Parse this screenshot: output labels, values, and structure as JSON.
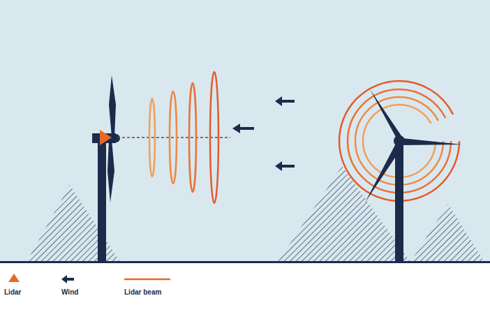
{
  "diagram": {
    "legend": [
      {
        "text": "Lidar"
      },
      {
        "text": "Wind"
      },
      {
        "text": "Lidar beam"
      }
    ]
  }
}
